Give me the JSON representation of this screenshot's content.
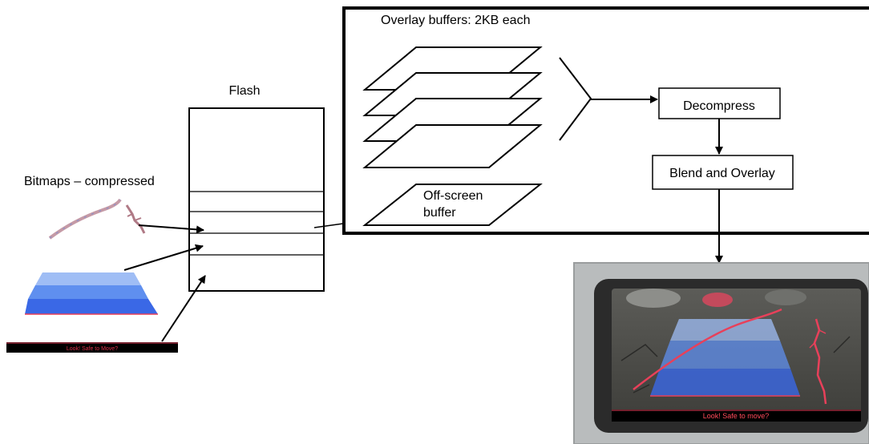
{
  "labels": {
    "flash": "Flash",
    "bitmaps": "Bitmaps – compressed",
    "overlay_buffers": "Overlay buffers: 2KB each",
    "offscreen_line1": "Off-screen",
    "offscreen_line2": "buffer",
    "decompress": "Decompress",
    "blend_overlay": "Blend and Overlay",
    "banner_text": "Look! Safe to Move?",
    "screen_text": "Look! Safe to move?"
  },
  "colors": {
    "trapezoid_top": "#9fbdf5",
    "trapezoid_mid": "#5f8fef",
    "trapezoid_bottom": "#3a68e6",
    "guide_line": "#e8405a",
    "bezel": "#b9bcbd",
    "screen_frame": "#2b2b2b"
  }
}
